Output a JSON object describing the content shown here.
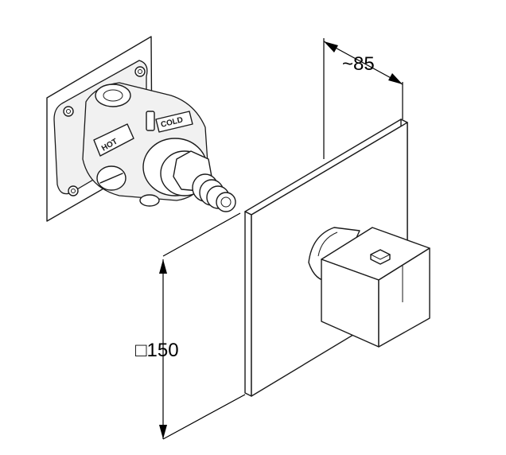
{
  "dimensions": {
    "depth_label": "~85",
    "plate_label": "□150"
  },
  "valve_tags": {
    "hot": "HOT",
    "cold": "COLD"
  }
}
